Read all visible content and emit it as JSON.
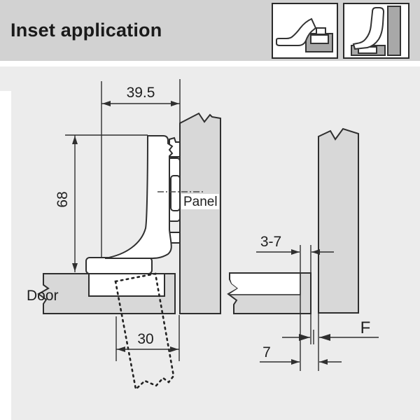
{
  "header": {
    "title": "Inset application",
    "icons": [
      {
        "name": "hinge-side-profile-icon"
      },
      {
        "name": "hinge-inset-profile-icon"
      }
    ],
    "bg_color": "#d2d2d2"
  },
  "labels": {
    "panel": "Panel",
    "door": "Door"
  },
  "dimensions": {
    "top_width": "39.5",
    "height": "68",
    "cup_distance": "30",
    "gap_range": "3-7",
    "bottom_offset": "7",
    "gap_symbol": "F"
  },
  "colors": {
    "body_bg": "#ececec",
    "wood_fill": "#d8d8d8",
    "outline": "#2f2f2f",
    "icon_wood": "#a8a8a8",
    "text": "#1f1f1f"
  }
}
